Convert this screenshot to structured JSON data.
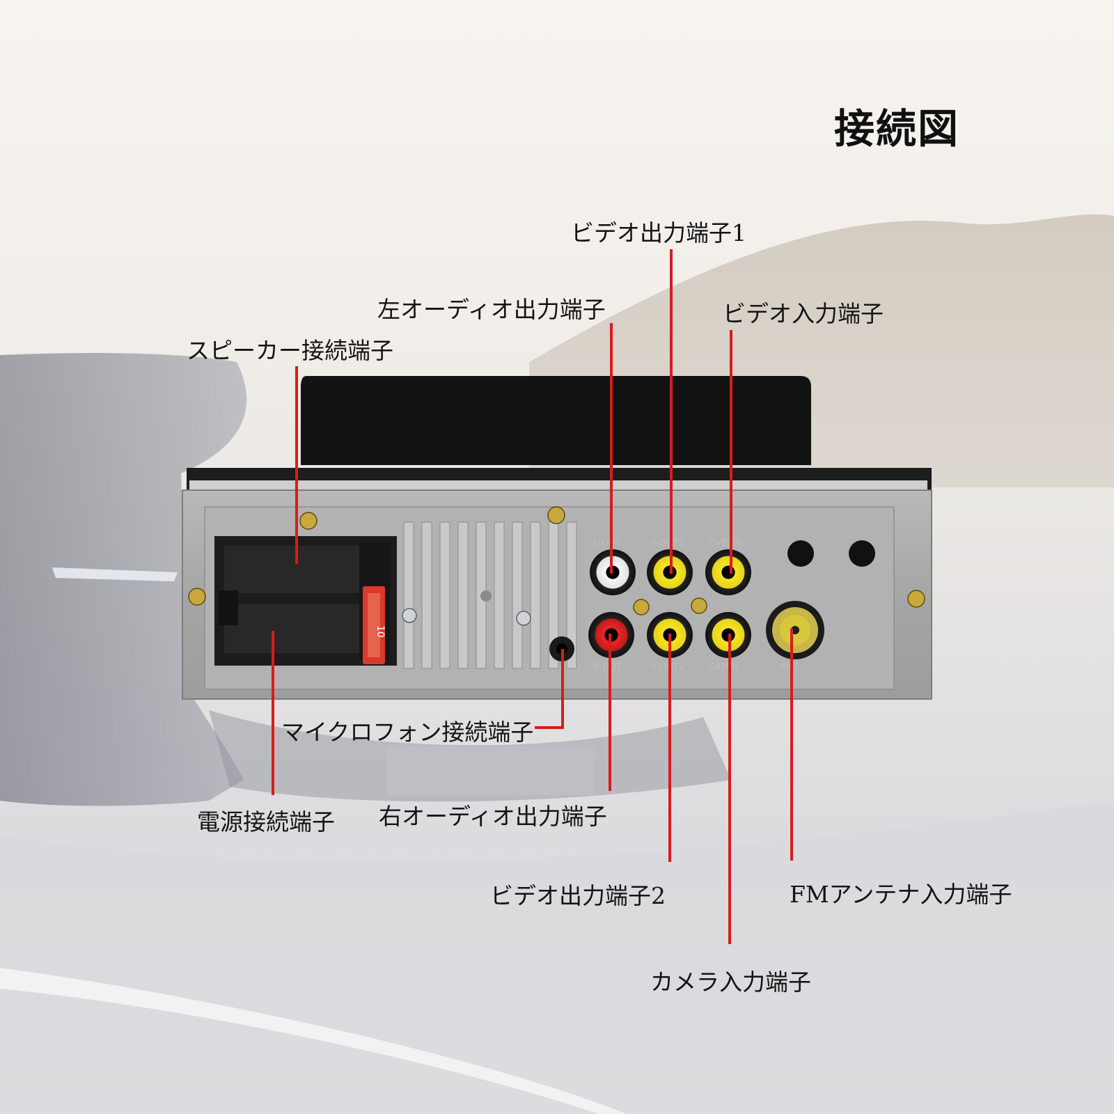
{
  "title": "接続図",
  "labels": {
    "video_out1": "ビデオ出力端子1",
    "left_audio_out": "左オーディオ出力端子",
    "video_in": "ビデオ入力端子",
    "speaker": "スピーカー接続端子",
    "microphone": "マイクロフォン接続端子",
    "power": "電源接続端子",
    "right_audio_out": "右オーディオ出力端子",
    "video_out2": "ビデオ出力端子2",
    "fm_antenna": "FMアンテナ入力端子",
    "camera_in": "カメラ入力端子"
  },
  "port_tags": {
    "l_out": "L-OUT",
    "v_out1": "V-OUT1",
    "cvbs_in": "CVBSIN",
    "r_out": "R-OUT",
    "v_out2": "V-OUT2",
    "cam_in": "CAMIN",
    "ant": "ANT"
  },
  "fuse_text": "10",
  "colors": {
    "leader_line": "#d81c1c",
    "panel": "#a9a9a9",
    "rca_yellow": "#f2e21a",
    "rca_red": "#d41f1f",
    "rca_white": "#f2f2f2"
  }
}
